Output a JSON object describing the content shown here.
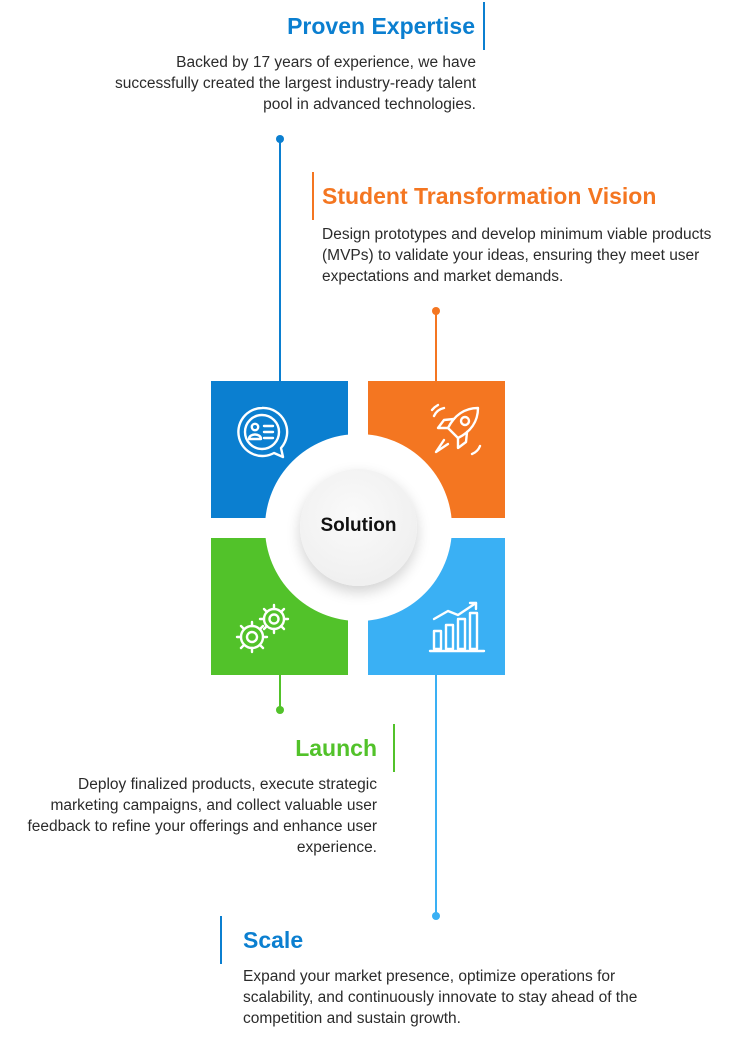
{
  "colors": {
    "blue": "#0B7FD0",
    "orange": "#F47621",
    "green": "#52C22A",
    "lightblue": "#3AB0F4",
    "hub": "#F0F0F0"
  },
  "hub": {
    "label": "Solution"
  },
  "sections": [
    {
      "id": "proven-expertise",
      "title": "Proven Expertise",
      "description": "Backed by 17 years of experience, we have successfully created the largest industry-ready talent pool in advanced technologies.",
      "color": "#0B7FD0",
      "icon": "profile-card-chat-icon"
    },
    {
      "id": "student-transformation-vision",
      "title": "Student Transformation Vision",
      "description": "Design prototypes and develop minimum viable products (MVPs) to validate your ideas, ensuring they meet user expectations and market demands.",
      "color": "#F47621",
      "icon": "rocket-icon"
    },
    {
      "id": "launch",
      "title": "Launch",
      "description": "Deploy finalized products, execute strategic marketing campaigns, and collect valuable user feedback to refine your offerings and enhance user experience.",
      "color": "#52C22A",
      "icon": "gears-icon"
    },
    {
      "id": "scale",
      "title": "Scale",
      "description": "Expand your market presence, optimize operations for scalability, and continuously innovate to stay ahead of the competition and sustain growth.",
      "color": "#3AB0F4",
      "icon": "growth-chart-icon"
    }
  ]
}
